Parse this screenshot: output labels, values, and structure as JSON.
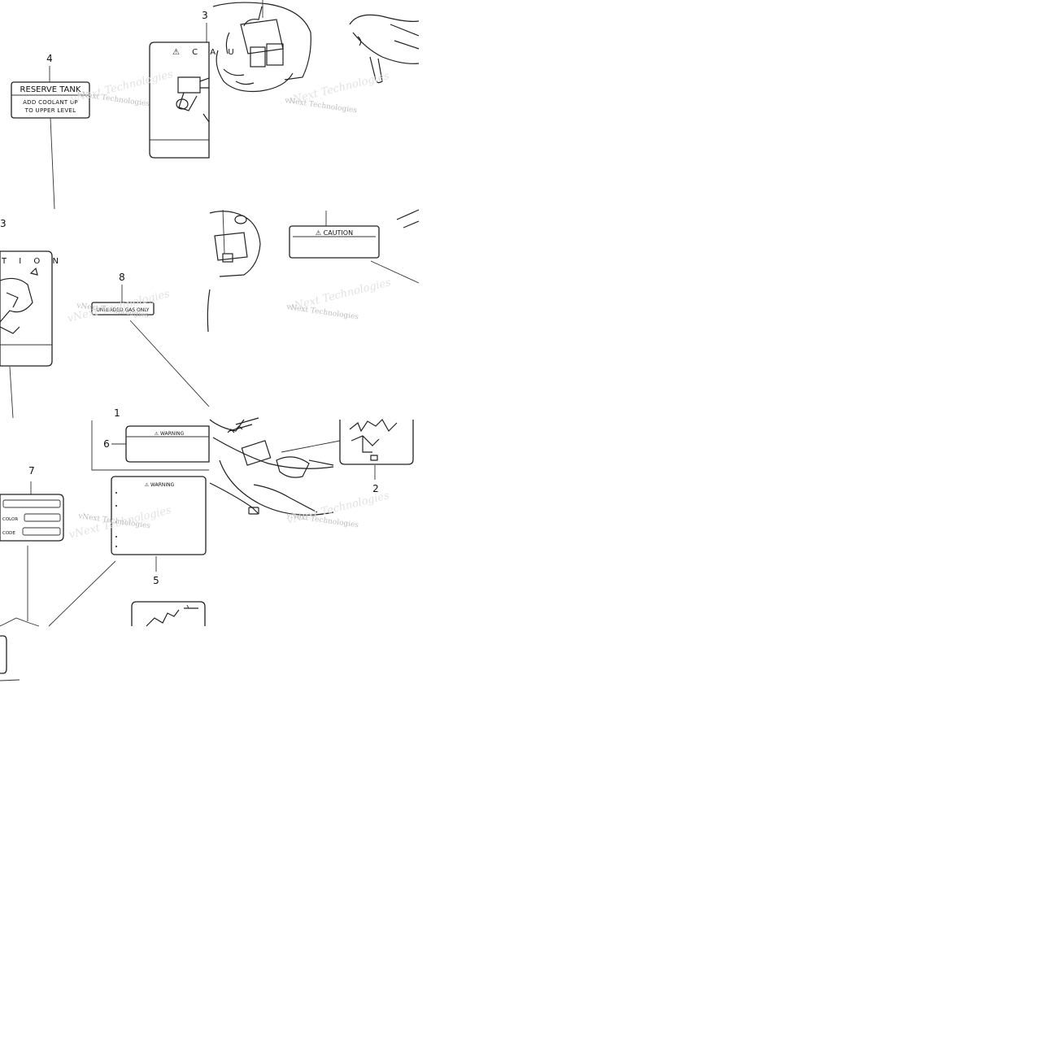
{
  "callouts": {
    "c1": "1",
    "c2": "2",
    "c3": "3",
    "c4": "4",
    "c5": "5",
    "c6": "6",
    "c7": "7",
    "c8": "8",
    "c3b": "3"
  },
  "labels": {
    "reserve_tank_title": "RESERVE TANK",
    "reserve_tank_line1": "ADD COOLANT UP",
    "reserve_tank_line2": "TO UPPER LEVEL",
    "caution_top": "⚠ C A U",
    "caution_left": "T I O N",
    "caution_right": "⚠ CAUTION",
    "warning_1": "⚠ WARNING",
    "warning_5": "⚠ WARNING",
    "color_label": "COLOR",
    "code_label": "CODE",
    "label_8": "UNLEADED GAS ONLY"
  },
  "watermark": {
    "text": "vNext Technologies"
  }
}
